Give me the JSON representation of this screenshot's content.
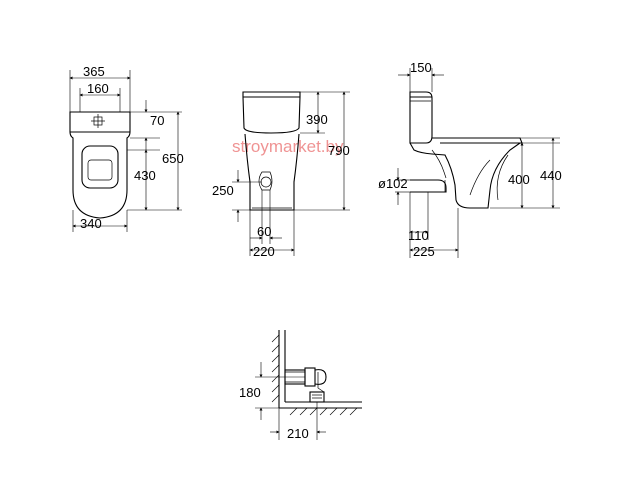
{
  "watermark": "stroymarket.by",
  "top_view": {
    "dim_width_total": "365",
    "dim_width_inner": "160",
    "dim_top_offset": "70",
    "dim_depth_total": "650",
    "dim_seat_depth": "430",
    "dim_base_width": "340"
  },
  "front_view": {
    "dim_tank_height": "390",
    "dim_total_height": "790",
    "dim_outlet_height": "250",
    "dim_outlet_width": "60",
    "dim_base_width": "220"
  },
  "side_view": {
    "dim_tank_depth": "150",
    "dim_outlet_diameter": "ø102",
    "dim_seat_height": "400",
    "dim_bowl_height": "440",
    "dim_outlet_offset": "110",
    "dim_base_depth": "225"
  },
  "installation_detail": {
    "dim_pipe_height": "180",
    "dim_wall_distance": "210"
  }
}
